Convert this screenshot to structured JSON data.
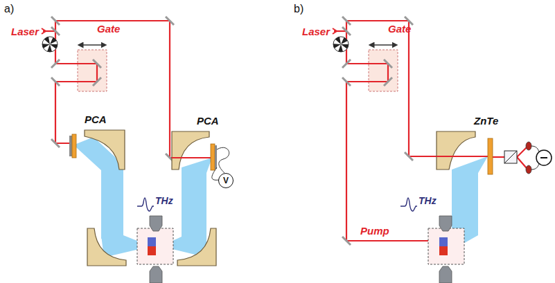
{
  "diagram": {
    "nodes": [
      {
        "text": [
          "V"
        ]
      }
    ],
    "labels": [
      "a)",
      "Laser",
      "Gate",
      "PCA",
      "PCA",
      "THz",
      "b)",
      "Laser",
      "Gate",
      "ZnTe",
      "THz",
      "Pump"
    ]
  }
}
